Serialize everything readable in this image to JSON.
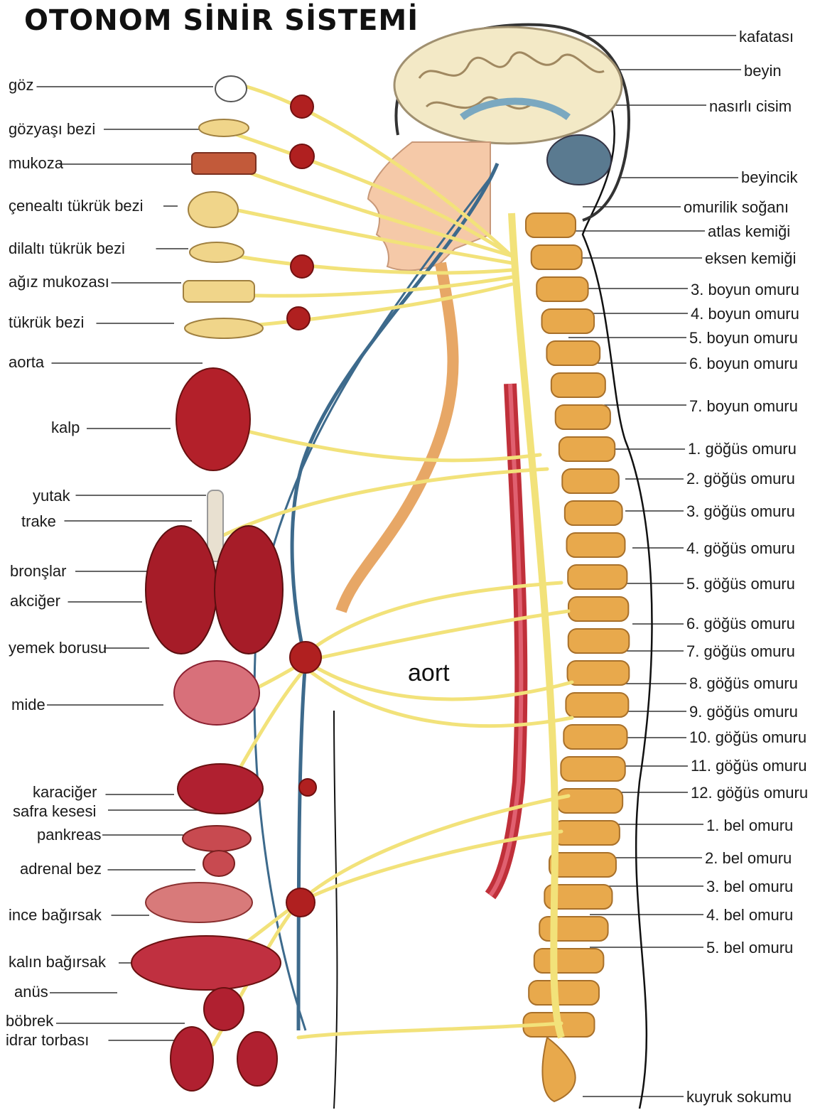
{
  "title": "OTONOM SİNİR SİSTEMİ",
  "center_label": "aort",
  "left_labels": [
    {
      "text": "göz"
    },
    {
      "text": "gözyaşı bezi"
    },
    {
      "text": "mukoza"
    },
    {
      "text": "çenealtı tükrük bezi"
    },
    {
      "text": "dilaltı tükrük bezi"
    },
    {
      "text": "ağız mukozası"
    },
    {
      "text": "tükrük bezi"
    },
    {
      "text": "aorta"
    },
    {
      "text": "kalp"
    },
    {
      "text": "yutak"
    },
    {
      "text": "trake"
    },
    {
      "text": "bronşlar"
    },
    {
      "text": "akciğer"
    },
    {
      "text": "yemek borusu"
    },
    {
      "text": "mide"
    },
    {
      "text": "karaciğer"
    },
    {
      "text": "safra kesesi"
    },
    {
      "text": "pankreas"
    },
    {
      "text": "adrenal bez"
    },
    {
      "text": "ince bağırsak"
    },
    {
      "text": "kalın bağırsak"
    },
    {
      "text": "anüs"
    },
    {
      "text": "böbrek"
    },
    {
      "text": "idrar torbası"
    }
  ],
  "right_labels": [
    {
      "text": "kafatası"
    },
    {
      "text": "beyin"
    },
    {
      "text": "nasırlı cisim"
    },
    {
      "text": "beyincik"
    },
    {
      "text": "omurilik soğanı"
    },
    {
      "text": "atlas kemiği"
    },
    {
      "text": "eksen kemiği"
    },
    {
      "text": "3. boyun omuru"
    },
    {
      "text": "4. boyun omuru"
    },
    {
      "text": "5. boyun omuru"
    },
    {
      "text": "6. boyun omuru"
    },
    {
      "text": "7. boyun omuru"
    },
    {
      "text": "1. göğüs omuru"
    },
    {
      "text": "2. göğüs omuru"
    },
    {
      "text": "3. göğüs omuru"
    },
    {
      "text": "4. göğüs omuru"
    },
    {
      "text": "5. göğüs omuru"
    },
    {
      "text": "6. göğüs omuru"
    },
    {
      "text": "7. göğüs omuru"
    },
    {
      "text": "8. göğüs omuru"
    },
    {
      "text": "9. göğüs omuru"
    },
    {
      "text": "10. göğüs omuru"
    },
    {
      "text": "11. göğüs omuru"
    },
    {
      "text": "12. göğüs omuru"
    },
    {
      "text": "1. bel omuru"
    },
    {
      "text": "2. bel omuru"
    },
    {
      "text": "3. bel omuru"
    },
    {
      "text": "4. bel omuru"
    },
    {
      "text": "5. bel omuru"
    },
    {
      "text": "kuyruk sokumu"
    }
  ],
  "colors": {
    "nerve": "#f2e27a",
    "nerve_edge": "#d8c24a",
    "blood_vessel": "#3d6a8c",
    "organ": "#b3202a",
    "bone": "#e8a94c",
    "ganglion": "#b02020",
    "skin": "#f5c9a8"
  }
}
